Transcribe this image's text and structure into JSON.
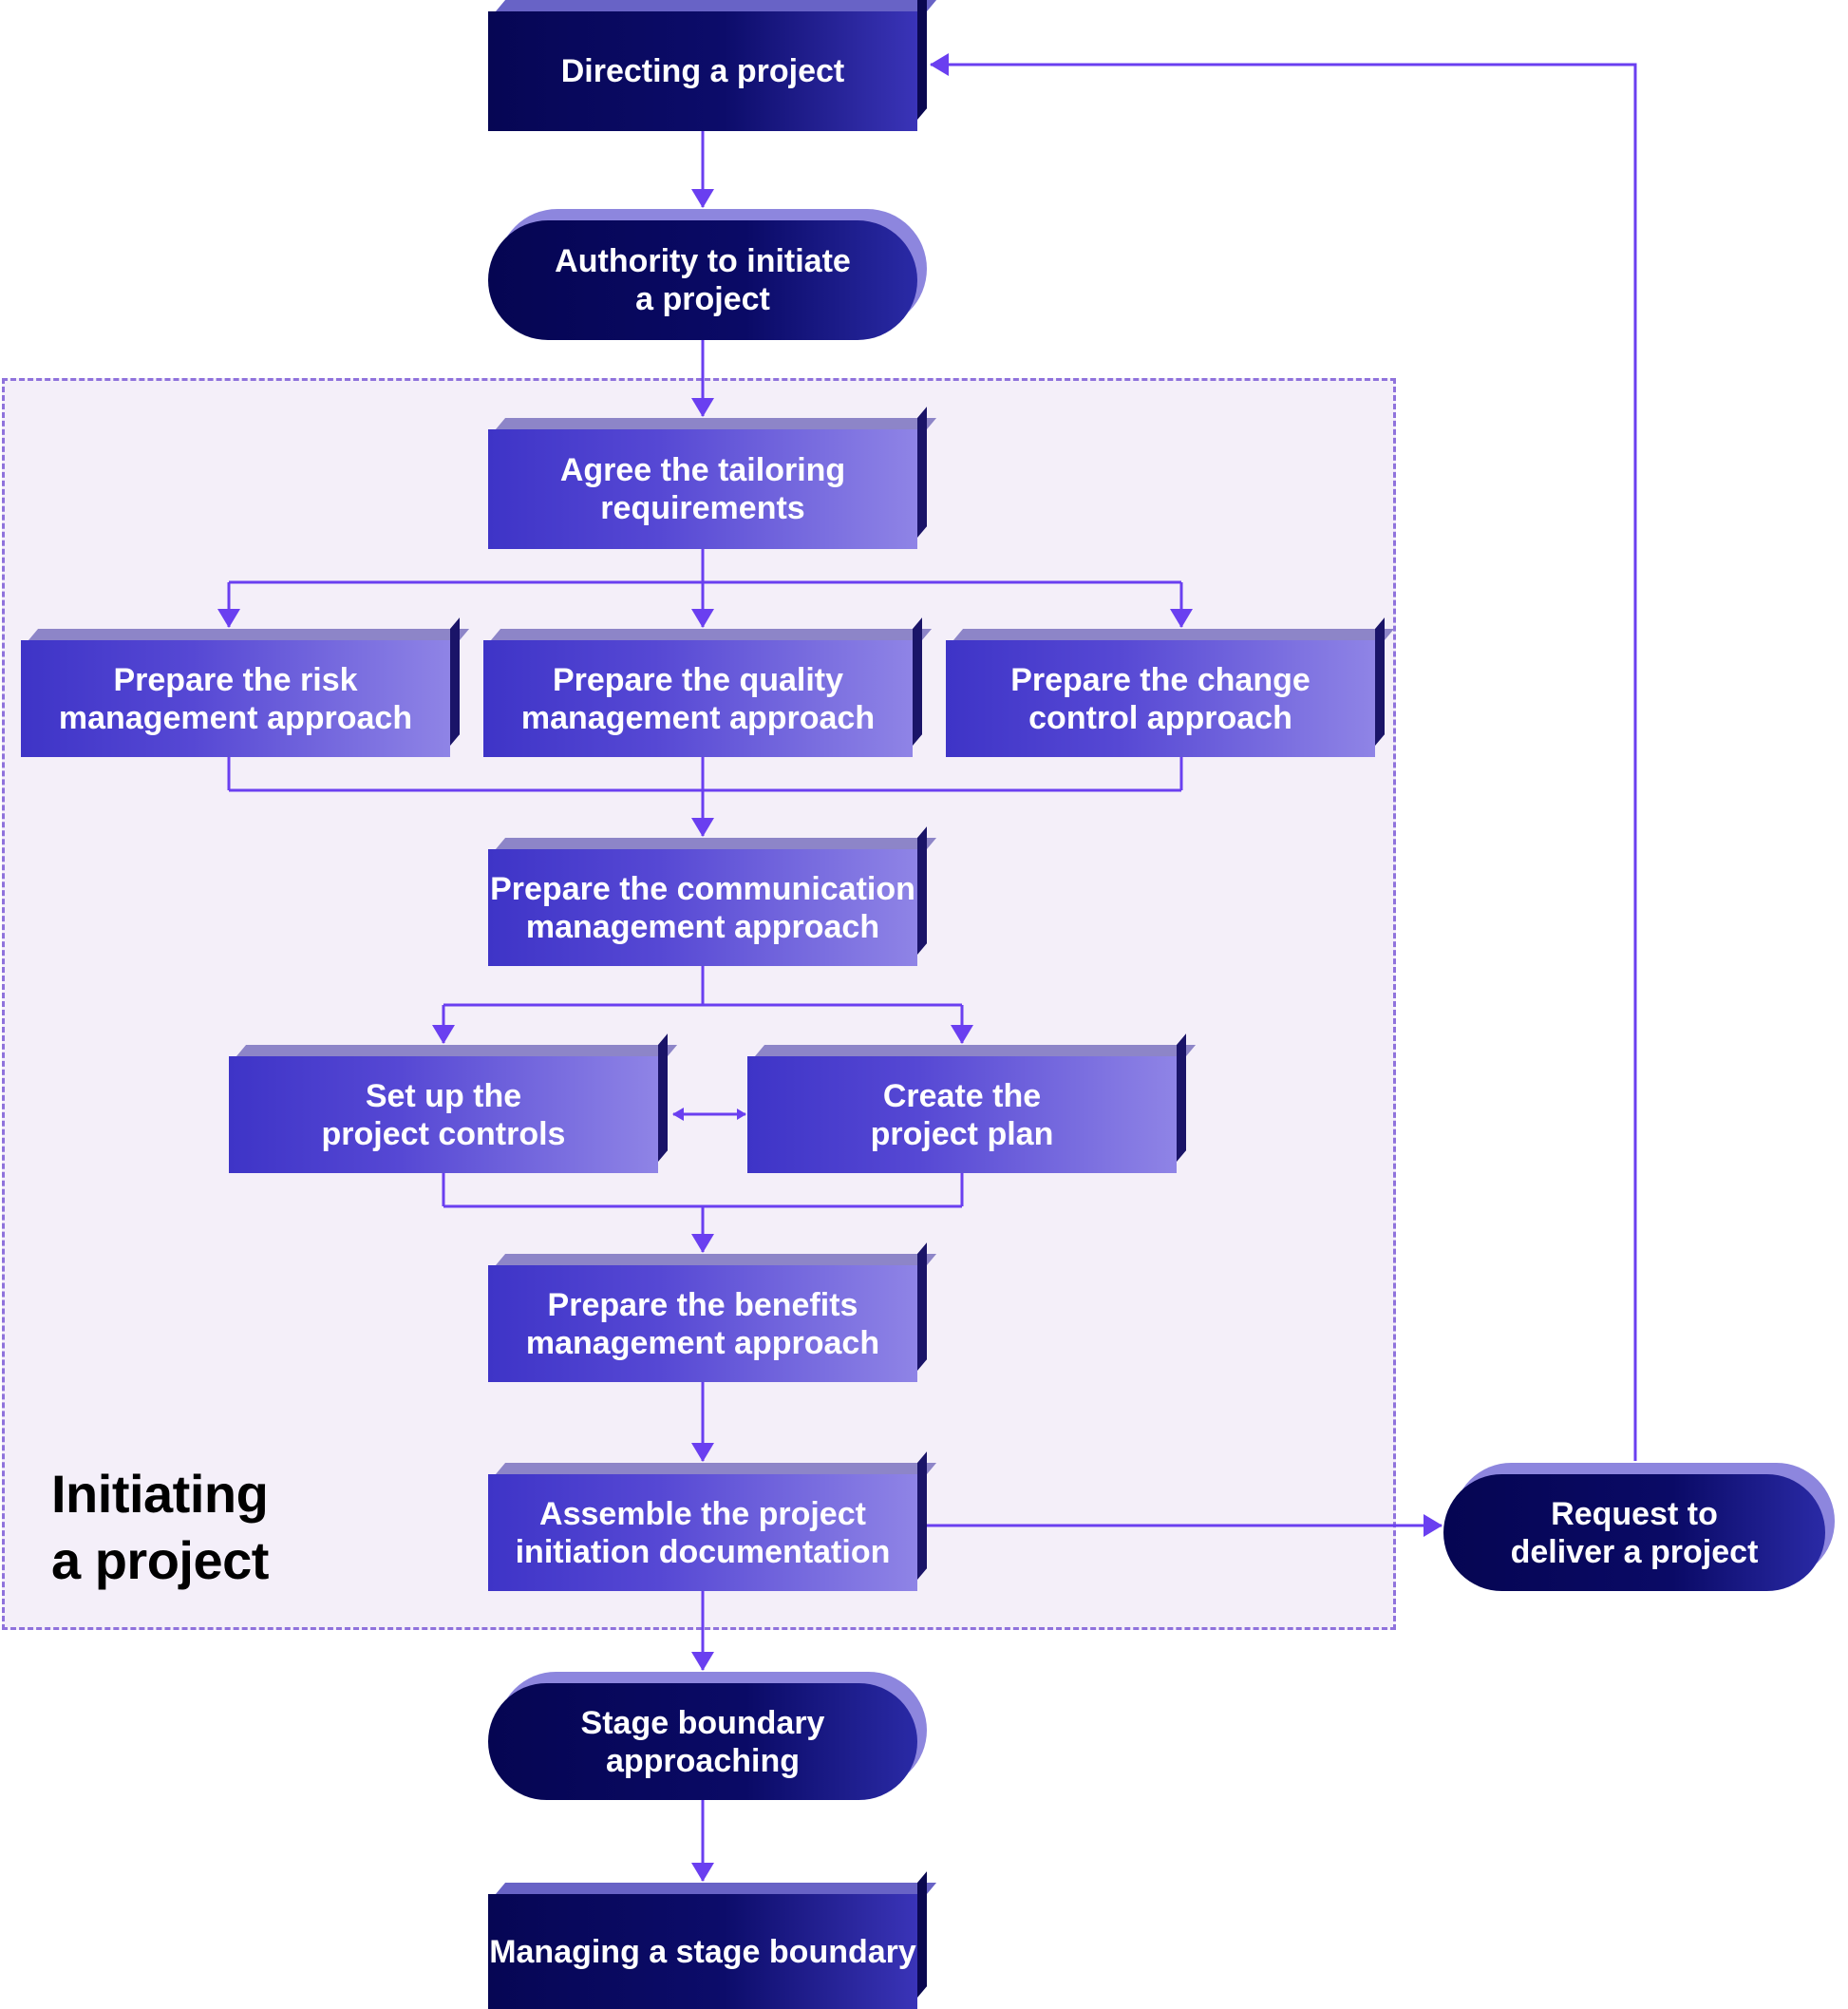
{
  "boundary": {
    "label_line1": "Initiating",
    "label_line2": "a project"
  },
  "boxes": {
    "directing": {
      "line1": "Directing a project"
    },
    "authority": {
      "line1": "Authority to initiate",
      "line2": "a project"
    },
    "tailoring": {
      "line1": "Agree the tailoring",
      "line2": "requirements"
    },
    "risk": {
      "line1": "Prepare the risk",
      "line2": "management approach"
    },
    "quality": {
      "line1": "Prepare the quality",
      "line2": "management approach"
    },
    "change": {
      "line1": "Prepare the change",
      "line2": "control approach"
    },
    "communication": {
      "line1": "Prepare the communication",
      "line2": "management approach"
    },
    "controls": {
      "line1": "Set up the",
      "line2": "project controls"
    },
    "plan": {
      "line1": "Create the",
      "line2": "project plan"
    },
    "benefits": {
      "line1": "Prepare the benefits",
      "line2": "management approach"
    },
    "pid": {
      "line1": "Assemble the project",
      "line2": "initiation documentation"
    },
    "request": {
      "line1": "Request to",
      "line2": "deliver a project"
    },
    "stage": {
      "line1": "Stage boundary",
      "line2": "approaching"
    },
    "managing": {
      "line1": "Managing a stage boundary"
    }
  },
  "colors": {
    "connector": "#6a3ff0",
    "boundary": "#8f72dc",
    "boundary_fill": "#f4eff9"
  }
}
